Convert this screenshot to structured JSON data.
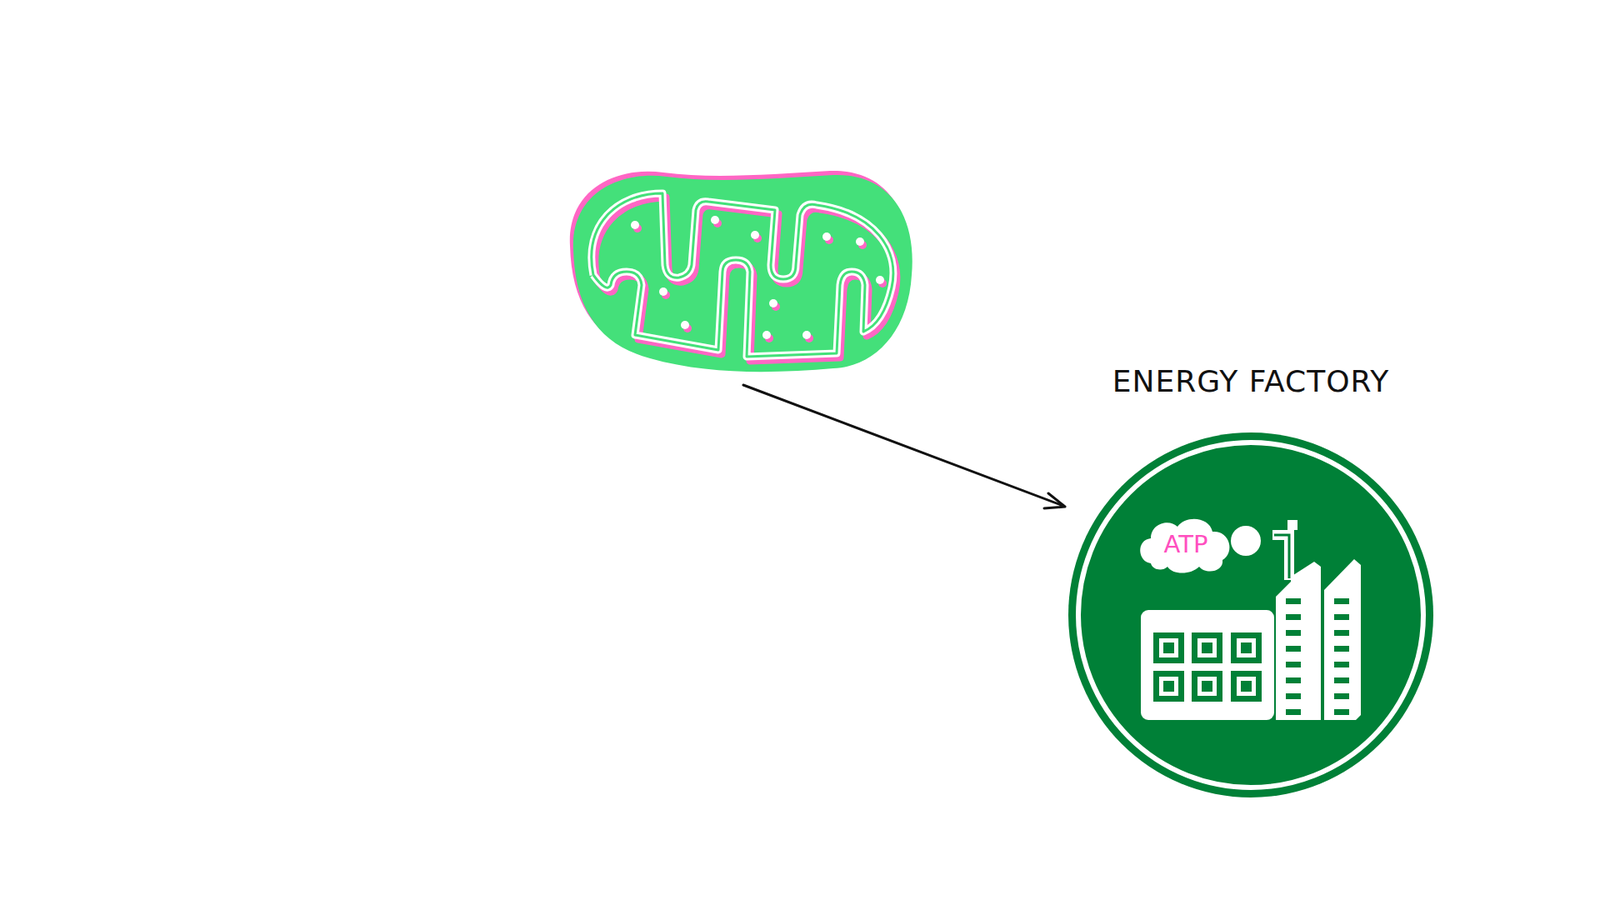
{
  "diagram": {
    "nodes": [
      {
        "text": [
          "ENERGY FACTORY"
        ]
      },
      {
        "text": [
          "ATP"
        ],
        "in": 0
      }
    ]
  }
}
